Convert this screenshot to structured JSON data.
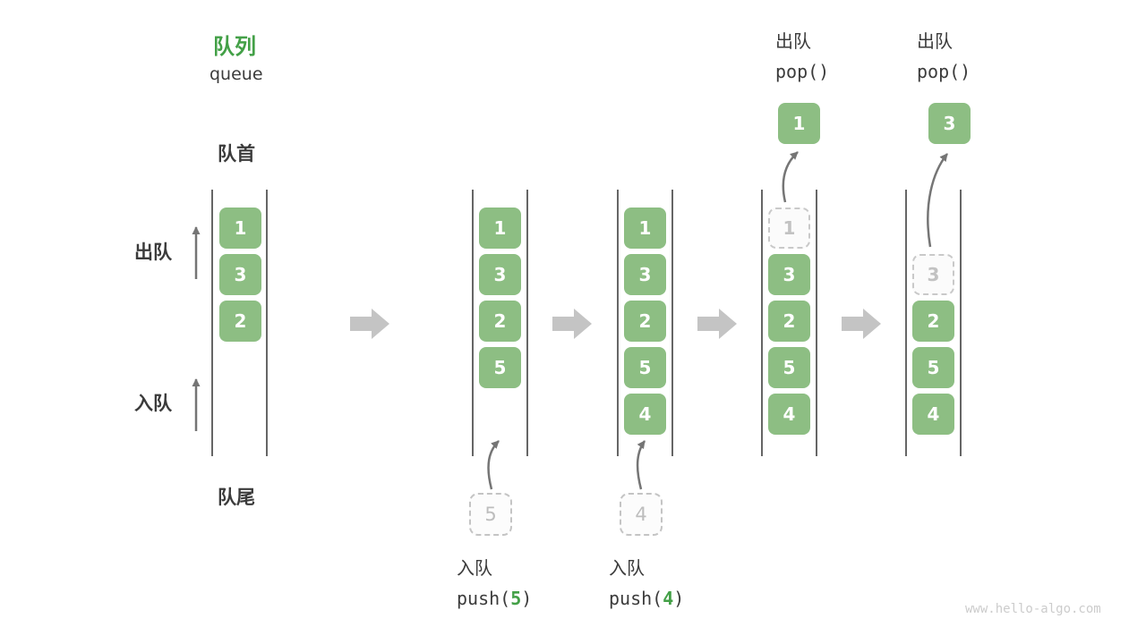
{
  "title": {
    "zh": "队列",
    "en": "queue"
  },
  "side_labels": {
    "front": "队首",
    "rear": "队尾",
    "dequeue": "出队",
    "enqueue": "入队"
  },
  "ops": {
    "pop_a": {
      "zh": "出队",
      "code": "pop()",
      "popped_value": "1"
    },
    "pop_b": {
      "zh": "出队",
      "code": "pop()",
      "popped_value": "3"
    },
    "push_a": {
      "zh": "入队",
      "fn": "push(",
      "arg": "5",
      "close": ")",
      "incoming_value": "5"
    },
    "push_b": {
      "zh": "入队",
      "fn": "push(",
      "arg": "4",
      "close": ")",
      "incoming_value": "4"
    }
  },
  "queues": [
    {
      "cells": [
        "1",
        "3",
        "2"
      ]
    },
    {
      "cells": [
        "1",
        "3",
        "2",
        "5"
      ],
      "incoming": "5"
    },
    {
      "cells": [
        "1",
        "3",
        "2",
        "5",
        "4"
      ],
      "incoming": "4"
    },
    {
      "ghost": "1",
      "cells": [
        "3",
        "2",
        "5",
        "4"
      ],
      "popped": "1"
    },
    {
      "ghost": "3",
      "cells": [
        "2",
        "5",
        "4"
      ],
      "popped": "3"
    }
  ],
  "watermark": "www.hello-algo.com",
  "colors": {
    "accent_green": "#43a047",
    "cell_green": "#8dbe83",
    "text_dark": "#3b3b3b",
    "muted_gray": "#bdbdbd",
    "arrow_gray": "#757575",
    "block_arrow_gray": "#c4c4c4"
  }
}
